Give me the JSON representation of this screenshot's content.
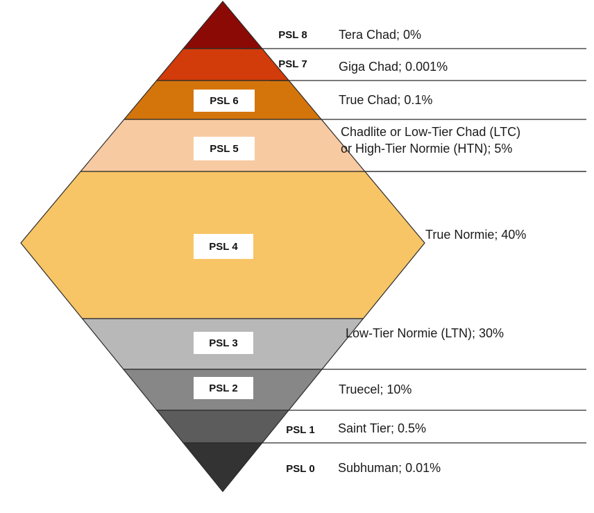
{
  "tiers": [
    {
      "id": "psl8",
      "label": "PSL 8",
      "lines": [
        "Tera Chad; 0%"
      ],
      "color": "#8b0a05",
      "boxed": false
    },
    {
      "id": "psl7",
      "label": "PSL 7",
      "lines": [
        "Giga Chad; 0.001%"
      ],
      "color": "#d23b0a",
      "boxed": false
    },
    {
      "id": "psl6",
      "label": "PSL 6",
      "lines": [
        "True Chad; 0.1%"
      ],
      "color": "#d4750c",
      "boxed": true
    },
    {
      "id": "psl5",
      "label": "PSL 5",
      "lines": [
        "Chadlite or Low-Tier Chad (LTC)",
        "or High-Tier Normie (HTN); 5%"
      ],
      "color": "#f8caa1",
      "boxed": true
    },
    {
      "id": "psl4",
      "label": "PSL 4",
      "lines": [
        "True Normie; 40%"
      ],
      "color": "#f7c566",
      "boxed": true
    },
    {
      "id": "psl3",
      "label": "PSL 3",
      "lines": [
        "Low-Tier Normie (LTN); 30%"
      ],
      "color": "#b8b8b8",
      "boxed": true
    },
    {
      "id": "psl2",
      "label": "PSL 2",
      "lines": [
        "Truecel; 10%"
      ],
      "color": "#878787",
      "boxed": true
    },
    {
      "id": "psl1",
      "label": "PSL 1",
      "lines": [
        "Saint Tier; 0.5%"
      ],
      "color": "#5c5c5c",
      "boxed": false
    },
    {
      "id": "psl0",
      "label": "PSL 0",
      "lines": [
        "Subhuman; 0.01%"
      ],
      "color": "#333333",
      "boxed": false
    }
  ]
}
